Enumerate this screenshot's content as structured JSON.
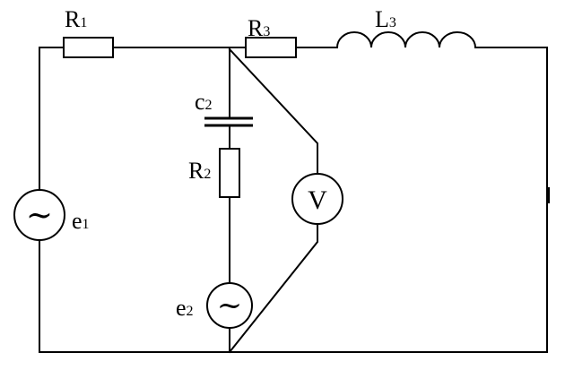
{
  "labels": {
    "r1": {
      "main": "R",
      "sub": "1"
    },
    "r2": {
      "main": "R",
      "sub": "2"
    },
    "r3": {
      "main": "R",
      "sub": "3"
    },
    "l3": {
      "main": "L",
      "sub": "3"
    },
    "c2": {
      "main": "c",
      "sub": "2"
    },
    "e1": {
      "main": "e",
      "sub": "1"
    },
    "e2": {
      "main": "e",
      "sub": "2"
    }
  },
  "symbols": {
    "ac_source": "~",
    "voltmeter": "V"
  },
  "icons": {
    "ac_source": "sine-wave-icon",
    "voltmeter": "voltmeter-icon"
  }
}
